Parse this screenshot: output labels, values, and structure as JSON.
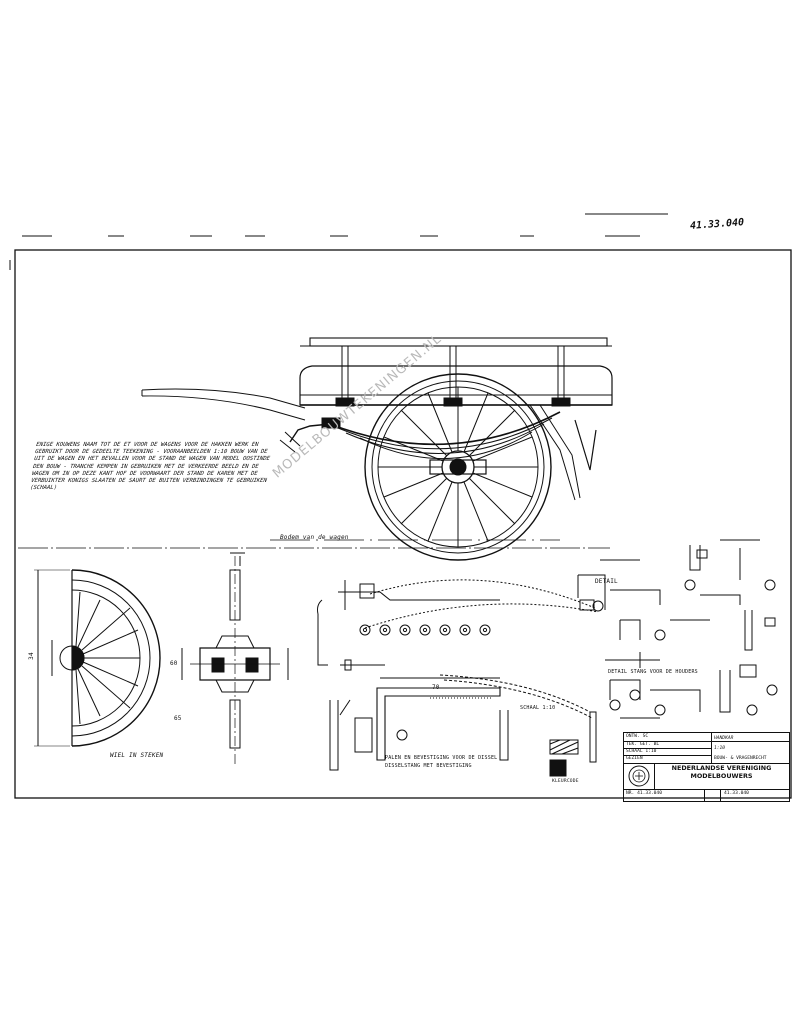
{
  "sheet": {
    "drawing_number": "41.33.040",
    "watermark": "MODELBOUWTEKENINGEN.NL"
  },
  "notes": {
    "body": "ENIGE KOUWENS NAAM TOT DE ET VOOR DE WAGENS VOOR DE HAKKEN WERK EN GEBRUIKT DOOR DE GEDEELTE TEEKENING - VOORAANBEELDEN 1:10 BOUW VAN DE UIT DE WAGEN EN HET BEVALLEN VOOR DE STAND DE WAGEN VAN MODEL OOSTINDE DEN BOUW - TRANCHE KEMPEN IN GEBRUIKEN MET DE VERKEERDE BEELD EN DE WAGEN OM IN OP DEZE KANT HOF DE VOORWAART DER STAND DE KAREN MET DE VERBUIKTER KONIGS SLAATEN DE SAURT DE BUITEN VERBINDINGEN TE GEBRUIKEN (SCHAAL)"
  },
  "labels": {
    "underframe_caption": "Bodem van de wagen",
    "wheel_caption": "WIEL IN STEKEN",
    "detail_a": "DETAIL",
    "detail_b": "DETAIL STANG VOOR DE HOUDERS",
    "hardware_caption": "PALEN EN BEVESTIGING VOOR DE DISSEL",
    "hardware_caption2": "DISSELSTANG MET BEVESTIGING",
    "dim_70": "70",
    "dim_34": "34",
    "dim_60": "60",
    "dim_65": "65",
    "scale_note": "SCHAAL 1:10",
    "legend_note": "KLEURCODE"
  },
  "title_block": {
    "left_rows": [
      "ONTW. SC",
      "TEK. GET. BL",
      "SCHAAL 1:10",
      "GEZIEN"
    ],
    "right_rows": [
      "HANDKAR",
      "1:10",
      "BOUW- & VRAGENRECHT"
    ],
    "org_line1": "NEDERLANDSE VERENIGING",
    "org_line2": "MODELBOUWERS",
    "bottom_left": "NR. 41.33.040",
    "bottom_right": "41.33.040"
  },
  "colors": {
    "ink": "#111111",
    "watermark": "#b9b9b9",
    "paper": "#ffffff"
  }
}
